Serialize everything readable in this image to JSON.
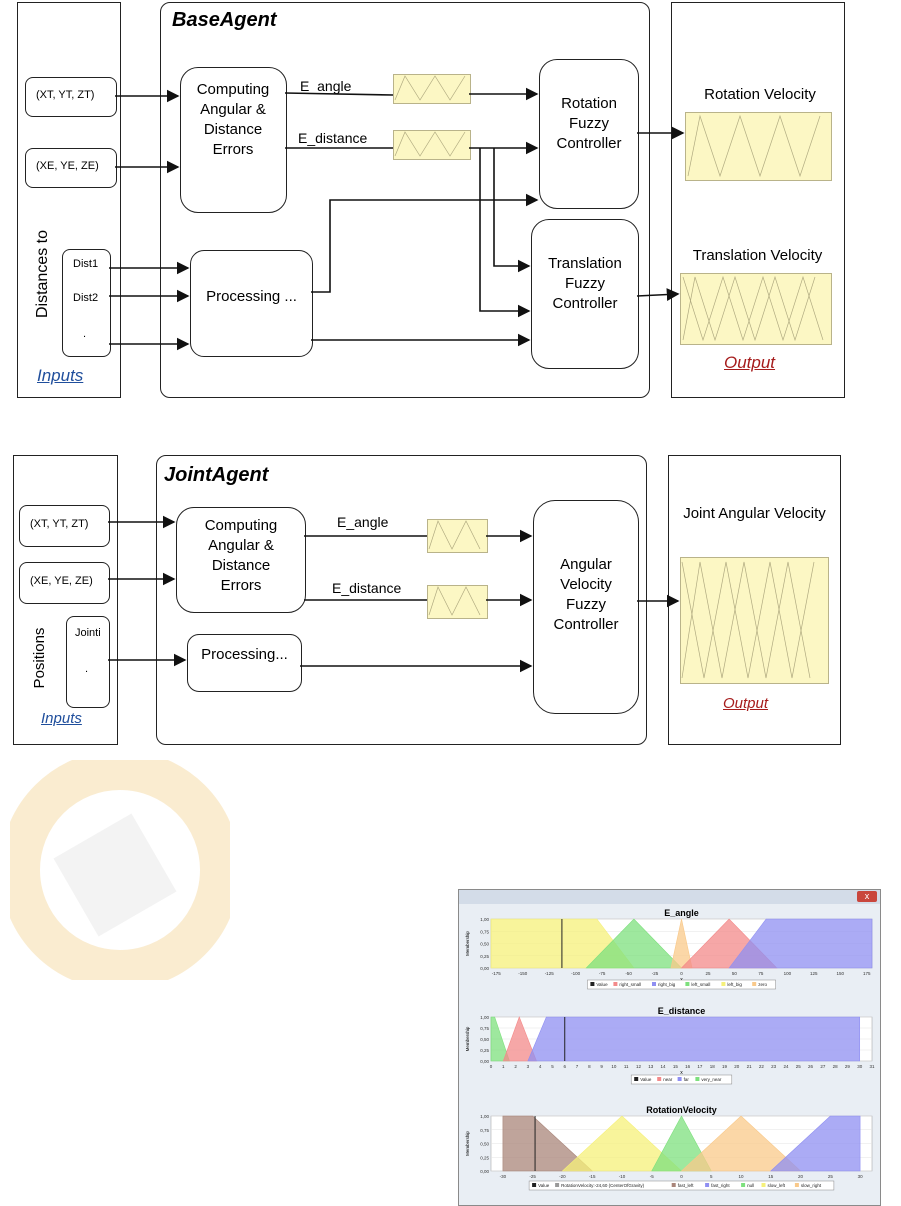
{
  "base_agent": {
    "title": "BaseAgent",
    "compute_label": "Computing Angular & Distance Errors",
    "processing_label": "Processing ...",
    "e_angle": "E_angle",
    "e_distance": "E_distance",
    "rotation_controller": "Rotation Fuzzy Controller",
    "translation_controller": "Translation Fuzzy Controller",
    "input_target": "(XT, YT, ZT)",
    "input_effector": "(XE, YE, ZE)",
    "distances_to": "Distances to",
    "dist1": "Dist1",
    "dist2": "Dist2",
    "dot": ".",
    "inputs_link": "Inputs",
    "rotation_velocity": "Rotation Velocity",
    "translation_velocity": "Translation Velocity",
    "output_link": "Output"
  },
  "joint_agent": {
    "title": "JointAgent",
    "compute_label": "Computing Angular & Distance Errors",
    "processing_label": "Processing...",
    "e_angle": "E_angle",
    "e_distance": "E_distance",
    "controller": "Angular Velocity Fuzzy Controller",
    "input_target": "(XT, YT, ZT)",
    "input_effector": "(XE, YE, ZE)",
    "positions": "Positions",
    "jointi": "Jointi",
    "dot": ".",
    "inputs_link": "Inputs",
    "joint_angular_velocity": "Joint Angular Velocity",
    "output_link": "Output"
  },
  "colors": {
    "mf_fill": "#fcf7c4",
    "link_blue": "#1f4e9c",
    "link_red": "#a61c1c"
  },
  "window": {
    "close_label": "x"
  },
  "chart_data": [
    {
      "type": "area",
      "title": "E_angle",
      "xlabel": "x",
      "ylabel": "Membership",
      "xlim": [
        -180,
        180
      ],
      "ylim": [
        0,
        1
      ],
      "xticks": [
        "-175",
        "-150",
        "-125",
        "-100",
        "-75",
        "-50",
        "-25",
        "0",
        "25",
        "50",
        "75",
        "100",
        "125",
        "150",
        "175"
      ],
      "yticks": [
        "0,00",
        "0,25",
        "0,50",
        "0,75",
        "1,00"
      ],
      "value_marker": -113,
      "legend": [
        "Value",
        "right_small",
        "right_big",
        "left_small",
        "left_big",
        "zero"
      ],
      "series": [
        {
          "name": "left_big",
          "color": "#f5f07a",
          "points": [
            [
              -180,
              1
            ],
            [
              -80,
              1
            ],
            [
              -45,
              0
            ]
          ]
        },
        {
          "name": "left_small",
          "color": "#7de07d",
          "points": [
            [
              -90,
              0
            ],
            [
              -45,
              1
            ],
            [
              0,
              0
            ]
          ]
        },
        {
          "name": "zero",
          "color": "#f9c98a",
          "points": [
            [
              -10,
              0
            ],
            [
              0,
              1
            ],
            [
              10,
              0
            ]
          ]
        },
        {
          "name": "right_small",
          "color": "#f38a8a",
          "points": [
            [
              0,
              0
            ],
            [
              45,
              1
            ],
            [
              90,
              0
            ]
          ]
        },
        {
          "name": "right_big",
          "color": "#8f8ff2",
          "points": [
            [
              45,
              0
            ],
            [
              80,
              1
            ],
            [
              180,
              1
            ]
          ]
        }
      ]
    },
    {
      "type": "area",
      "title": "E_distance",
      "xlabel": "x",
      "ylabel": "Membership",
      "xlim": [
        0,
        31
      ],
      "ylim": [
        0,
        1
      ],
      "xticks": [
        "0",
        "1",
        "2",
        "3",
        "4",
        "5",
        "6",
        "7",
        "8",
        "9",
        "10",
        "11",
        "12",
        "13",
        "14",
        "15",
        "16",
        "17",
        "18",
        "19",
        "20",
        "21",
        "22",
        "23",
        "24",
        "25",
        "26",
        "27",
        "28",
        "29",
        "30",
        "31"
      ],
      "yticks": [
        "0,00",
        "0,25",
        "0,50",
        "0,75",
        "1,00"
      ],
      "value_marker": 6,
      "legend": [
        "Value",
        "near",
        "far",
        "very_near"
      ],
      "series": [
        {
          "name": "very_near",
          "color": "#7de07d",
          "points": [
            [
              0,
              1
            ],
            [
              0.3,
              1
            ],
            [
              1.5,
              0
            ]
          ]
        },
        {
          "name": "near",
          "color": "#f38a8a",
          "points": [
            [
              1,
              0
            ],
            [
              2.3,
              1
            ],
            [
              3.7,
              0
            ]
          ]
        },
        {
          "name": "far",
          "color": "#8f8ff2",
          "points": [
            [
              3,
              0
            ],
            [
              4.5,
              1
            ],
            [
              30,
              1
            ]
          ]
        }
      ]
    },
    {
      "type": "area",
      "title": "RotationVelocity",
      "xlabel": "x",
      "ylabel": "Membership",
      "xlim": [
        -32,
        32
      ],
      "ylim": [
        0,
        1
      ],
      "xticks": [
        "-30",
        "-25",
        "-20",
        "-15",
        "-10",
        "-5",
        "0",
        "5",
        "10",
        "15",
        "20",
        "25",
        "30"
      ],
      "yticks": [
        "0,00",
        "0,25",
        "0,50",
        "0,75",
        "1,00"
      ],
      "value_marker": -24.6,
      "legend": [
        "Value",
        "RotationVelocity:-24,60 (CenterOfGravity)",
        "fast_left",
        "fast_right",
        "null",
        "slow_left",
        "slow_right"
      ],
      "series": [
        {
          "name": "fast_left",
          "color": "#a9857a",
          "points": [
            [
              -30,
              1
            ],
            [
              -25,
              1
            ],
            [
              -15,
              0
            ]
          ]
        },
        {
          "name": "slow_left",
          "color": "#f5f07a",
          "points": [
            [
              -20,
              0
            ],
            [
              -10,
              1
            ],
            [
              0,
              0
            ]
          ]
        },
        {
          "name": "null",
          "color": "#7de07d",
          "points": [
            [
              -5,
              0
            ],
            [
              0,
              1
            ],
            [
              5,
              0
            ]
          ]
        },
        {
          "name": "slow_right",
          "color": "#f9c98a",
          "points": [
            [
              0,
              0
            ],
            [
              10,
              1
            ],
            [
              20,
              0
            ]
          ]
        },
        {
          "name": "fast_right",
          "color": "#8f8ff2",
          "points": [
            [
              15,
              0
            ],
            [
              25,
              1
            ],
            [
              30,
              1
            ]
          ]
        }
      ]
    }
  ]
}
